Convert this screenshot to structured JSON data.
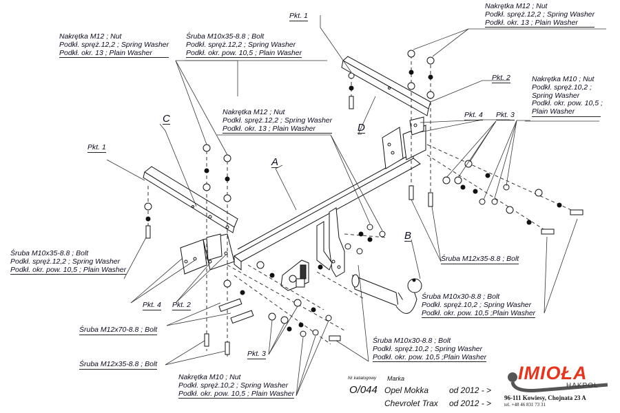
{
  "diagram": {
    "title": "Towbar assembly diagram",
    "part_letters": [
      "A",
      "B",
      "C",
      "D"
    ],
    "callouts": {
      "nut_m12_top_left": [
        "Nakrętka  M12 ; Nut",
        "Podkł. spręż.12,2 ; Spring Washer",
        "Podkł. okr. 13 ; Plain Washer"
      ],
      "bolt_m10x35_top": [
        "Śruba M10x35-8.8 ;  Bolt",
        "Podkł. spręż.12,2 ; Spring Washer",
        "Podkł. okr. pow. 10,5 ; Plain Washer"
      ],
      "nut_m12_top_right": [
        "Nakrętka  M12 ; Nut",
        "Podkł. spręż.12,2 ; Spring Washer",
        "Podkł. okr. 13 ; Plain Washer"
      ],
      "nut_m10_right": [
        "Nakrętka  M10 ; Nut",
        "Podkł. spręż.10,2 ;",
        "Spring Washer",
        "Podkł. okr. pow. 10,5 ;",
        " Plain Washer"
      ],
      "nut_m12_center": [
        "Nakrętka  M12 ; Nut",
        "Podkł. spręż.12,2 ; Spring Washer",
        "Podkł. okr. 13 ; Plain Washer"
      ],
      "bolt_m10x35_left": [
        "Śruba M10x35-8.8 ;  Bolt",
        "Podkł. spręż.12,2 ; Spring Washer",
        "Podkł. okr. pow. 10,5 ; Plain Washer"
      ],
      "bolt_m12x35_right": [
        "Śruba M12x35-8.8 ;  Bolt"
      ],
      "bolt_m10x30_right": [
        "Śruba M10x30-8.8 ;  Bolt",
        "Podkł. spręż.10,2 ; Spring Washer",
        "Podkł. okr. pow. 10,5 ;Plain Washer"
      ],
      "bolt_m12x70_left": [
        "Śruba M12x70-8.8 ;  Bolt"
      ],
      "bolt_m12x35_left": [
        "Śruba M12x35-8.8 ;  Bolt"
      ],
      "bolt_m10x30_bottom": [
        "Śruba M10x30-8.8 ;  Bolt",
        "Podkł. spręż.10,2 ; Spring Washer",
        "Podkł. okr. pow. 10,5 ;Plain Washer"
      ],
      "nut_m10_bottom": [
        "Nakrętka  M10 ; Nut",
        "Podkł. spręż.10,2 ; Spring Washer",
        "Podkł. okr. pow. 10,5 ; Plain Washer"
      ]
    },
    "points": {
      "pkt1_top": "Pkt. 1",
      "pkt1_left": "Pkt. 1",
      "pkt2_right": "Pkt. 2",
      "pkt4_right": "Pkt. 4",
      "pkt3_right": "Pkt. 3",
      "pkt4_left": "Pkt. 4",
      "pkt2_left": "Pkt. 2",
      "pkt3_bottom": "Pkt. 3"
    }
  },
  "catalog": {
    "catalog_label": "Nr katalogowy",
    "brand_label": "Marka",
    "catalog_number": "O/044",
    "vehicles": [
      {
        "name": "Opel Mokka",
        "years": "od 2012 - >"
      },
      {
        "name": "Chevrolet Trax",
        "years": "od 2012 - >"
      }
    ]
  },
  "company": {
    "brand": "IMIOŁA",
    "sub": "HAKPOL",
    "address": "96-111 Kowiesy, Chojnata 23 A",
    "phone": "tel. +48 46 831 73 31",
    "accent": "#e8341c"
  }
}
